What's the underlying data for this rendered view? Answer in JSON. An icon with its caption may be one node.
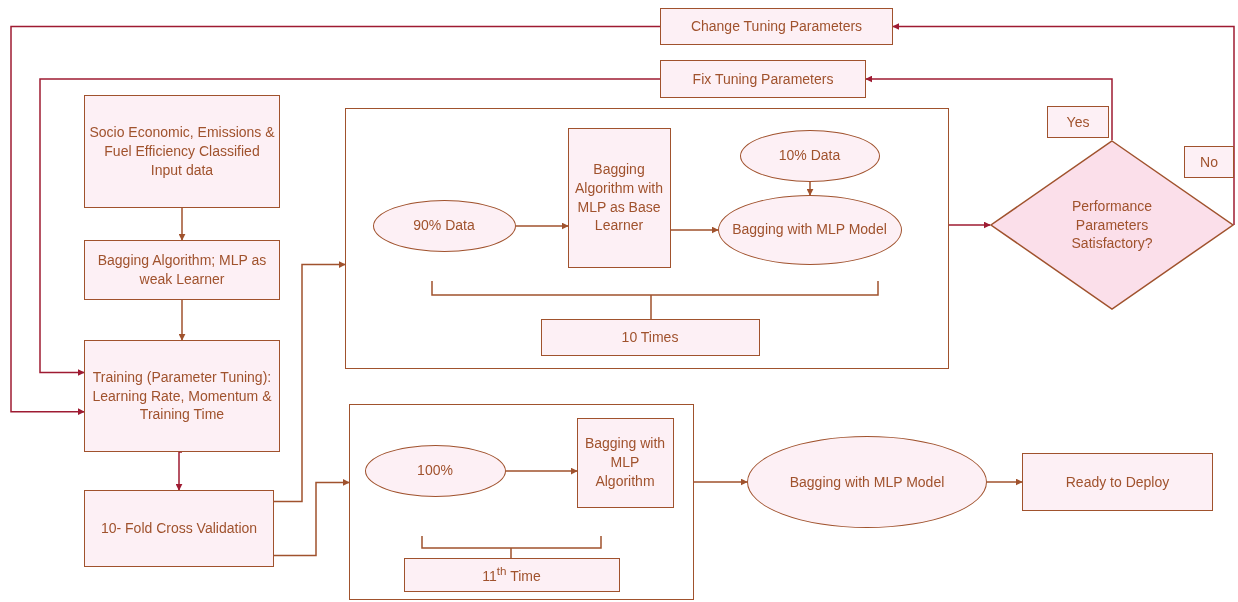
{
  "diagram": {
    "nodes": [
      {
        "text": [
          "Change Tuning Parameters"
        ]
      },
      {
        "text": [
          "Fix Tuning Parameters"
        ]
      },
      {
        "text": [
          "Socio Economic, Emissions & Fuel Efficiency Classified Input data"
        ]
      },
      {
        "text": [
          "Bagging Algorithm; MLP as weak Learner"
        ]
      },
      {
        "text": [
          "Training (Parameter Tuning): Learning Rate, Momentum & Training Time"
        ]
      },
      {
        "text": [
          "10- Fold Cross Validation"
        ]
      },
      {
        "text": [],
        "shape": "box"
      },
      {
        "text": [
          "90% Data"
        ],
        "in": 6
      },
      {
        "text": [
          "Bagging Algorithm with MLP as Base Learner"
        ],
        "in": 6
      },
      {
        "text": [
          "10% Data"
        ],
        "in": 6
      },
      {
        "text": [
          "Bagging with MLP Model"
        ],
        "in": 6
      },
      {
        "text": [
          "10 Times"
        ],
        "in": 6
      },
      {
        "text": [
          "Performance Parameters Satisfactory?"
        ]
      },
      {
        "text": [
          "Yes"
        ]
      },
      {
        "text": [
          "No"
        ]
      },
      {
        "text": [],
        "shape": "box"
      },
      {
        "text": [
          "100%"
        ],
        "in": 15
      },
      {
        "text": [
          "Bagging with MLP Algorithm"
        ],
        "in": 15
      },
      {
        "text": [
          "11$^{th}$ Time"
        ],
        "in": 15
      },
      {
        "text": [
          "Bagging with MLP Model"
        ]
      },
      {
        "text": [
          "Ready to Deploy"
        ]
      }
    ],
    "edges": [
      {
        "from": 0,
        "to": 4,
        "arrow": "to",
        "color": "#9e1b32"
      },
      {
        "from": 1,
        "to": 4,
        "arrow": "to",
        "color": "#9e1b32"
      },
      {
        "from": 2,
        "to": 3,
        "arrow": "to"
      },
      {
        "from": 3,
        "to": 4,
        "arrow": "to"
      },
      {
        "from": 4,
        "to": 5,
        "arrow": "to",
        "color": "#9e1b32"
      },
      {
        "from": 5,
        "to": 6,
        "arrow": "to"
      },
      {
        "from": 5,
        "to": 15,
        "arrow": "to"
      },
      {
        "from": 7,
        "to": 8,
        "arrow": "to"
      },
      {
        "from": 9,
        "to": 10,
        "arrow": "to"
      },
      {
        "from": 8,
        "to": 10,
        "arrow": "to"
      },
      {
        "from": 6,
        "to": 12,
        "arrow": "to",
        "color": "#9e1b32"
      },
      {
        "from": 12,
        "to": 1,
        "arrow": "to",
        "color": "#9e1b32"
      },
      {
        "from": 12,
        "to": 0,
        "arrow": "to",
        "color": "#9e1b32"
      },
      {
        "from": 16,
        "to": 17,
        "arrow": "to"
      },
      {
        "from": 15,
        "to": 19,
        "arrow": "to"
      },
      {
        "from": 19,
        "to": 20,
        "arrow": "to"
      }
    ]
  }
}
